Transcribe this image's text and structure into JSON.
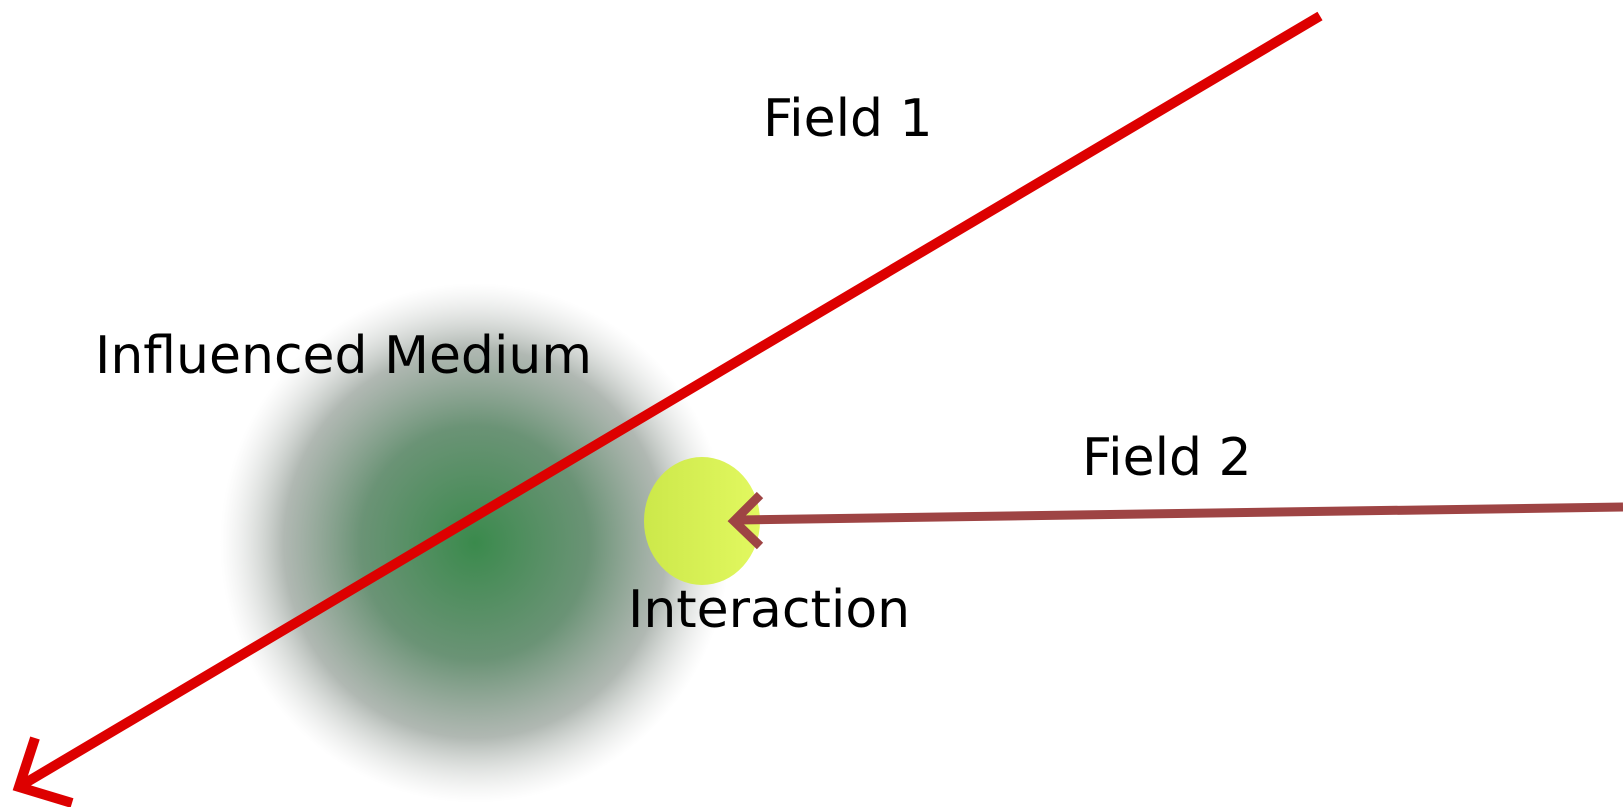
{
  "labels": {
    "field1": "Field 1",
    "field2": "Field 2",
    "medium": "Influenced Medium",
    "interaction": "Interaction"
  },
  "colors": {
    "field1": "#dd0000",
    "field2": "#9e4444",
    "medium_center": "#3a8a4c",
    "interaction_fill": "#d8f050"
  }
}
